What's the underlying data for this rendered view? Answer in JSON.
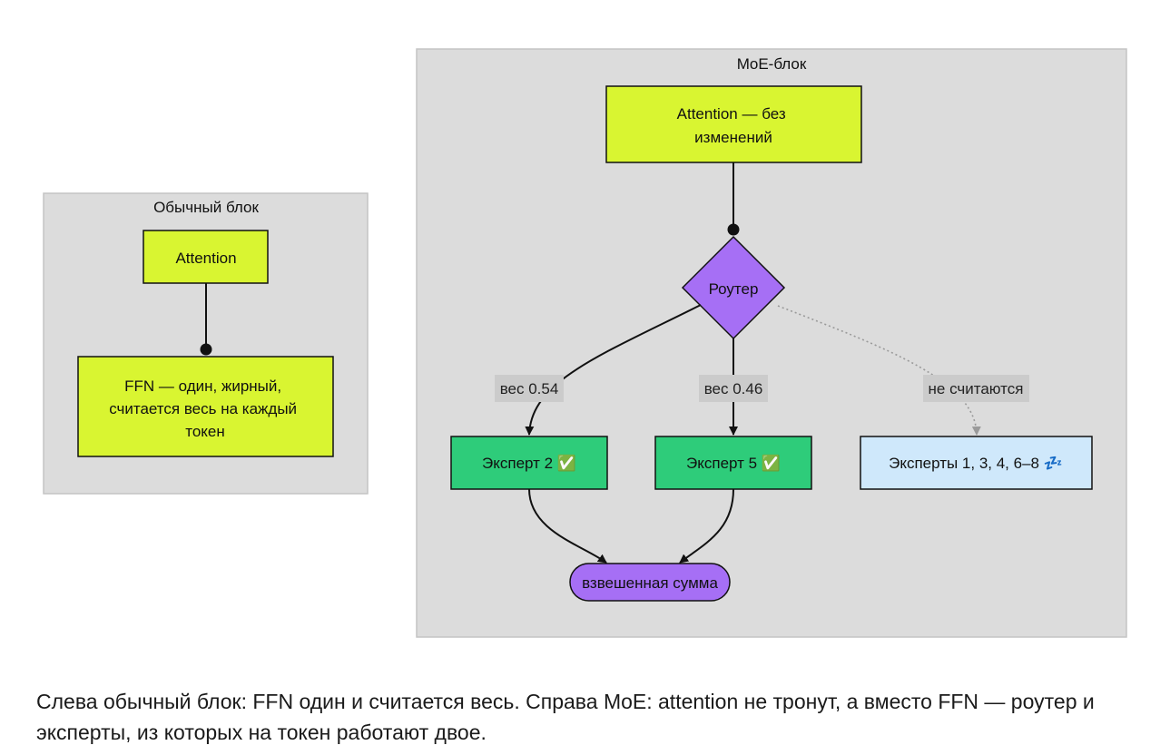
{
  "colors": {
    "group_fill": "#dcdcdc",
    "group_stroke": "#c4c4c4",
    "attention_fill": "#d9f531",
    "router_fill": "#a66ff5",
    "expert_active_fill": "#2ecc7a",
    "expert_idle_fill": "#cfe8fb",
    "sum_fill": "#a66ff5",
    "edge": "#111111",
    "edge_inactive": "#9a9a9a"
  },
  "left_block": {
    "title": "Обычный блок",
    "attention": "Attention",
    "ffn_lines": [
      "FFN — один, жирный,",
      "считается весь на каждый",
      "токен"
    ]
  },
  "right_block": {
    "title": "MoE-блок",
    "attention_lines": [
      "Attention — без",
      "изменений"
    ],
    "router": "Роутер",
    "edge_labels": {
      "weight_a": "вес 0.54",
      "weight_b": "вес 0.46",
      "inactive": "не считаются"
    },
    "expert_a": "Эксперт 2 ✅",
    "expert_b": "Эксперт 5 ✅",
    "experts_idle": "Эксперты 1, 3, 4, 6–8 💤",
    "sum": "взвешенная сумма"
  },
  "caption": "Слева обычный блок: FFN один и считается весь. Справа MoE: attention не тронут, а вместо FFN — роутер и эксперты, из которых на токен работают двое."
}
